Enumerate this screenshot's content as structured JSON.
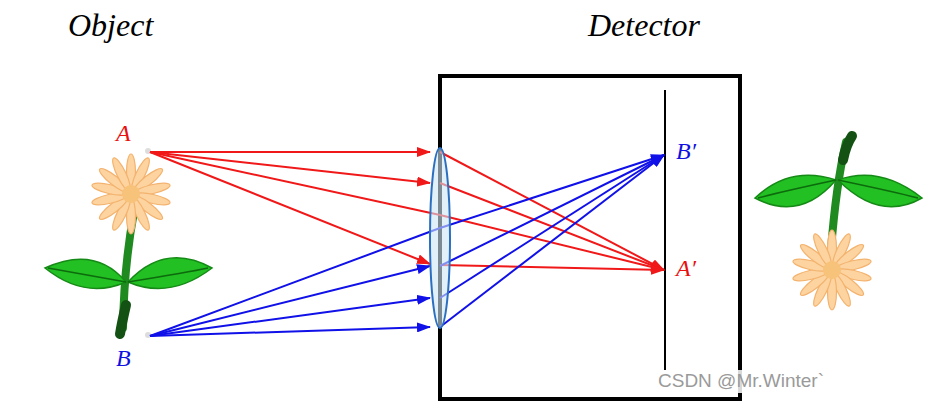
{
  "diagram": {
    "labels": [
      "Object",
      "Detector",
      "A",
      "B",
      "B′",
      "A′",
      "CSDN @Mr.Winter`"
    ]
  }
}
